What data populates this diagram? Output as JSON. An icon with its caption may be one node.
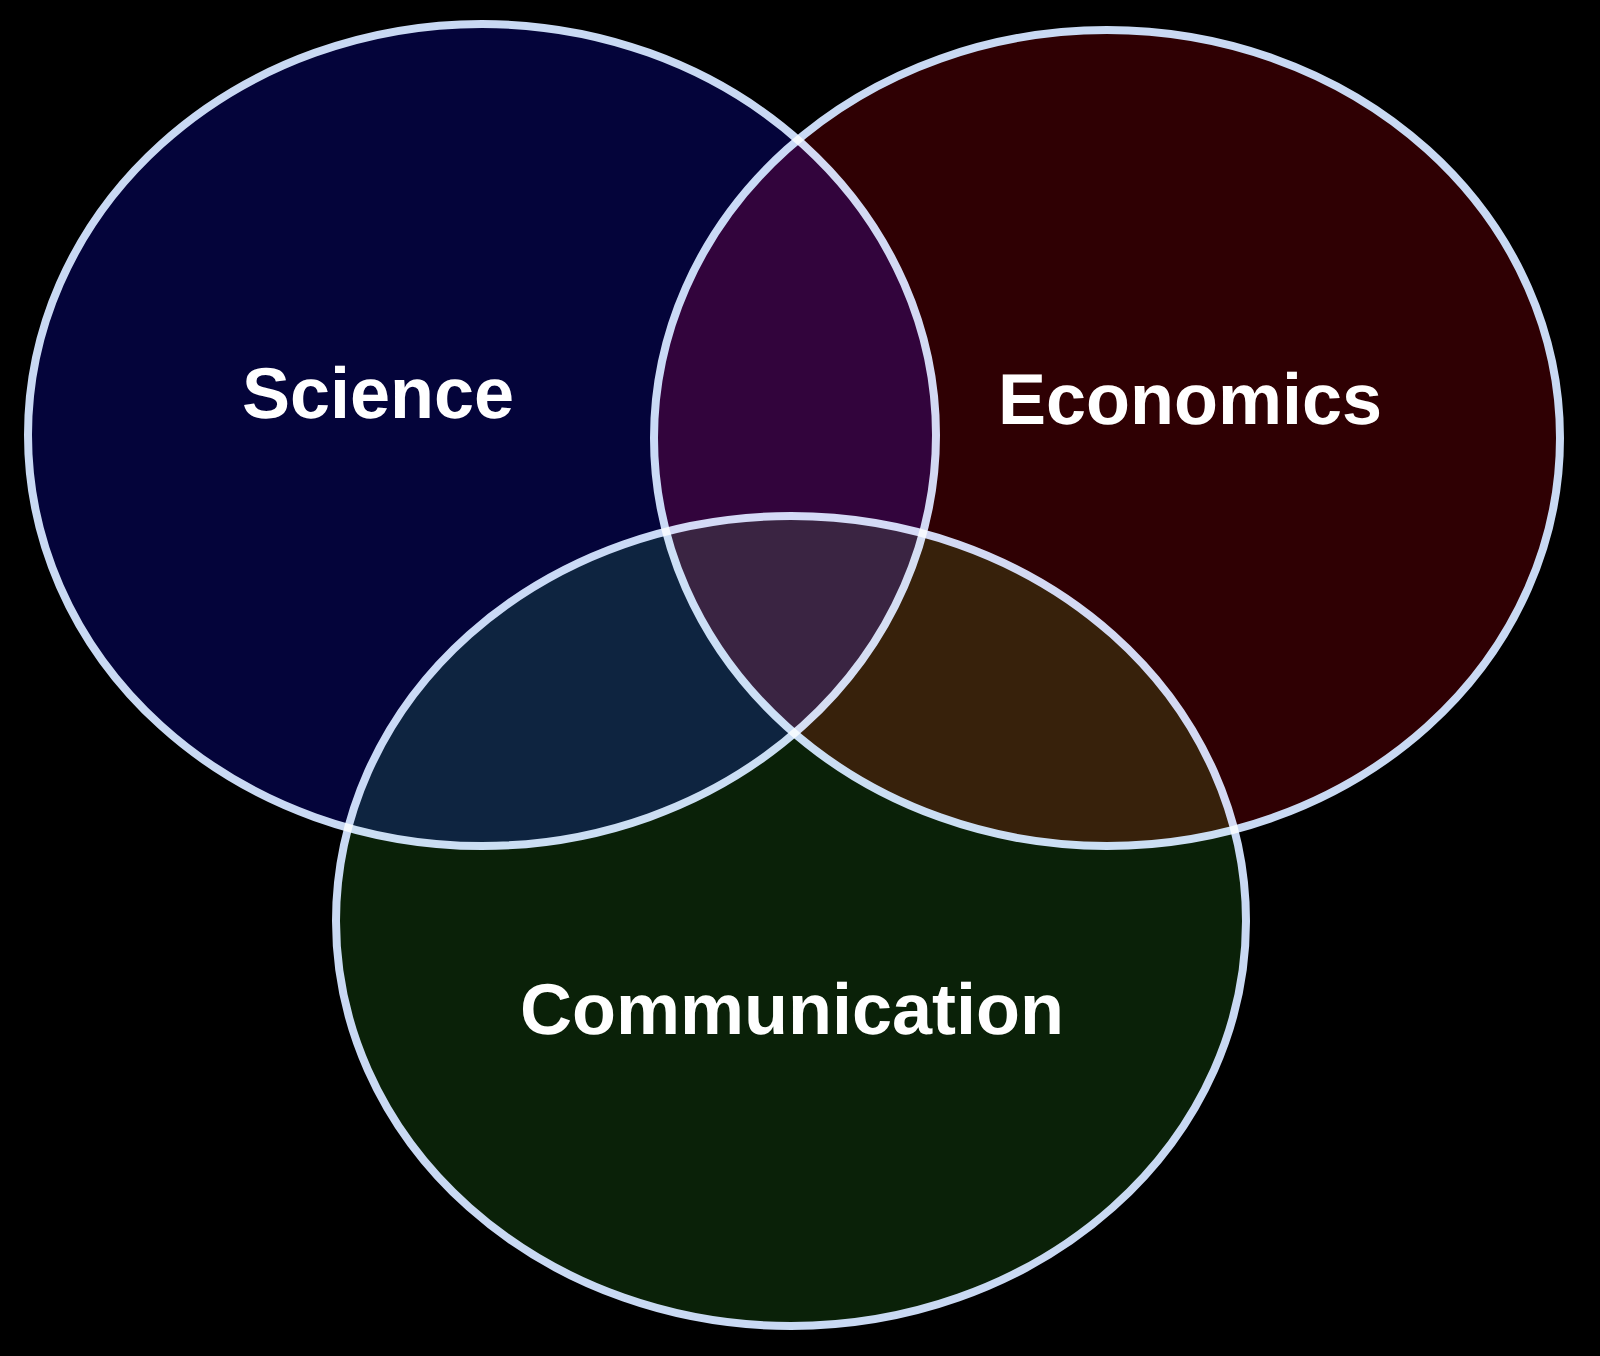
{
  "diagram": {
    "nodes": [
      {
        "text": [
          "Science"
        ]
      },
      {
        "text": [
          "Economics"
        ]
      },
      {
        "text": [
          "Communication"
        ]
      }
    ]
  }
}
